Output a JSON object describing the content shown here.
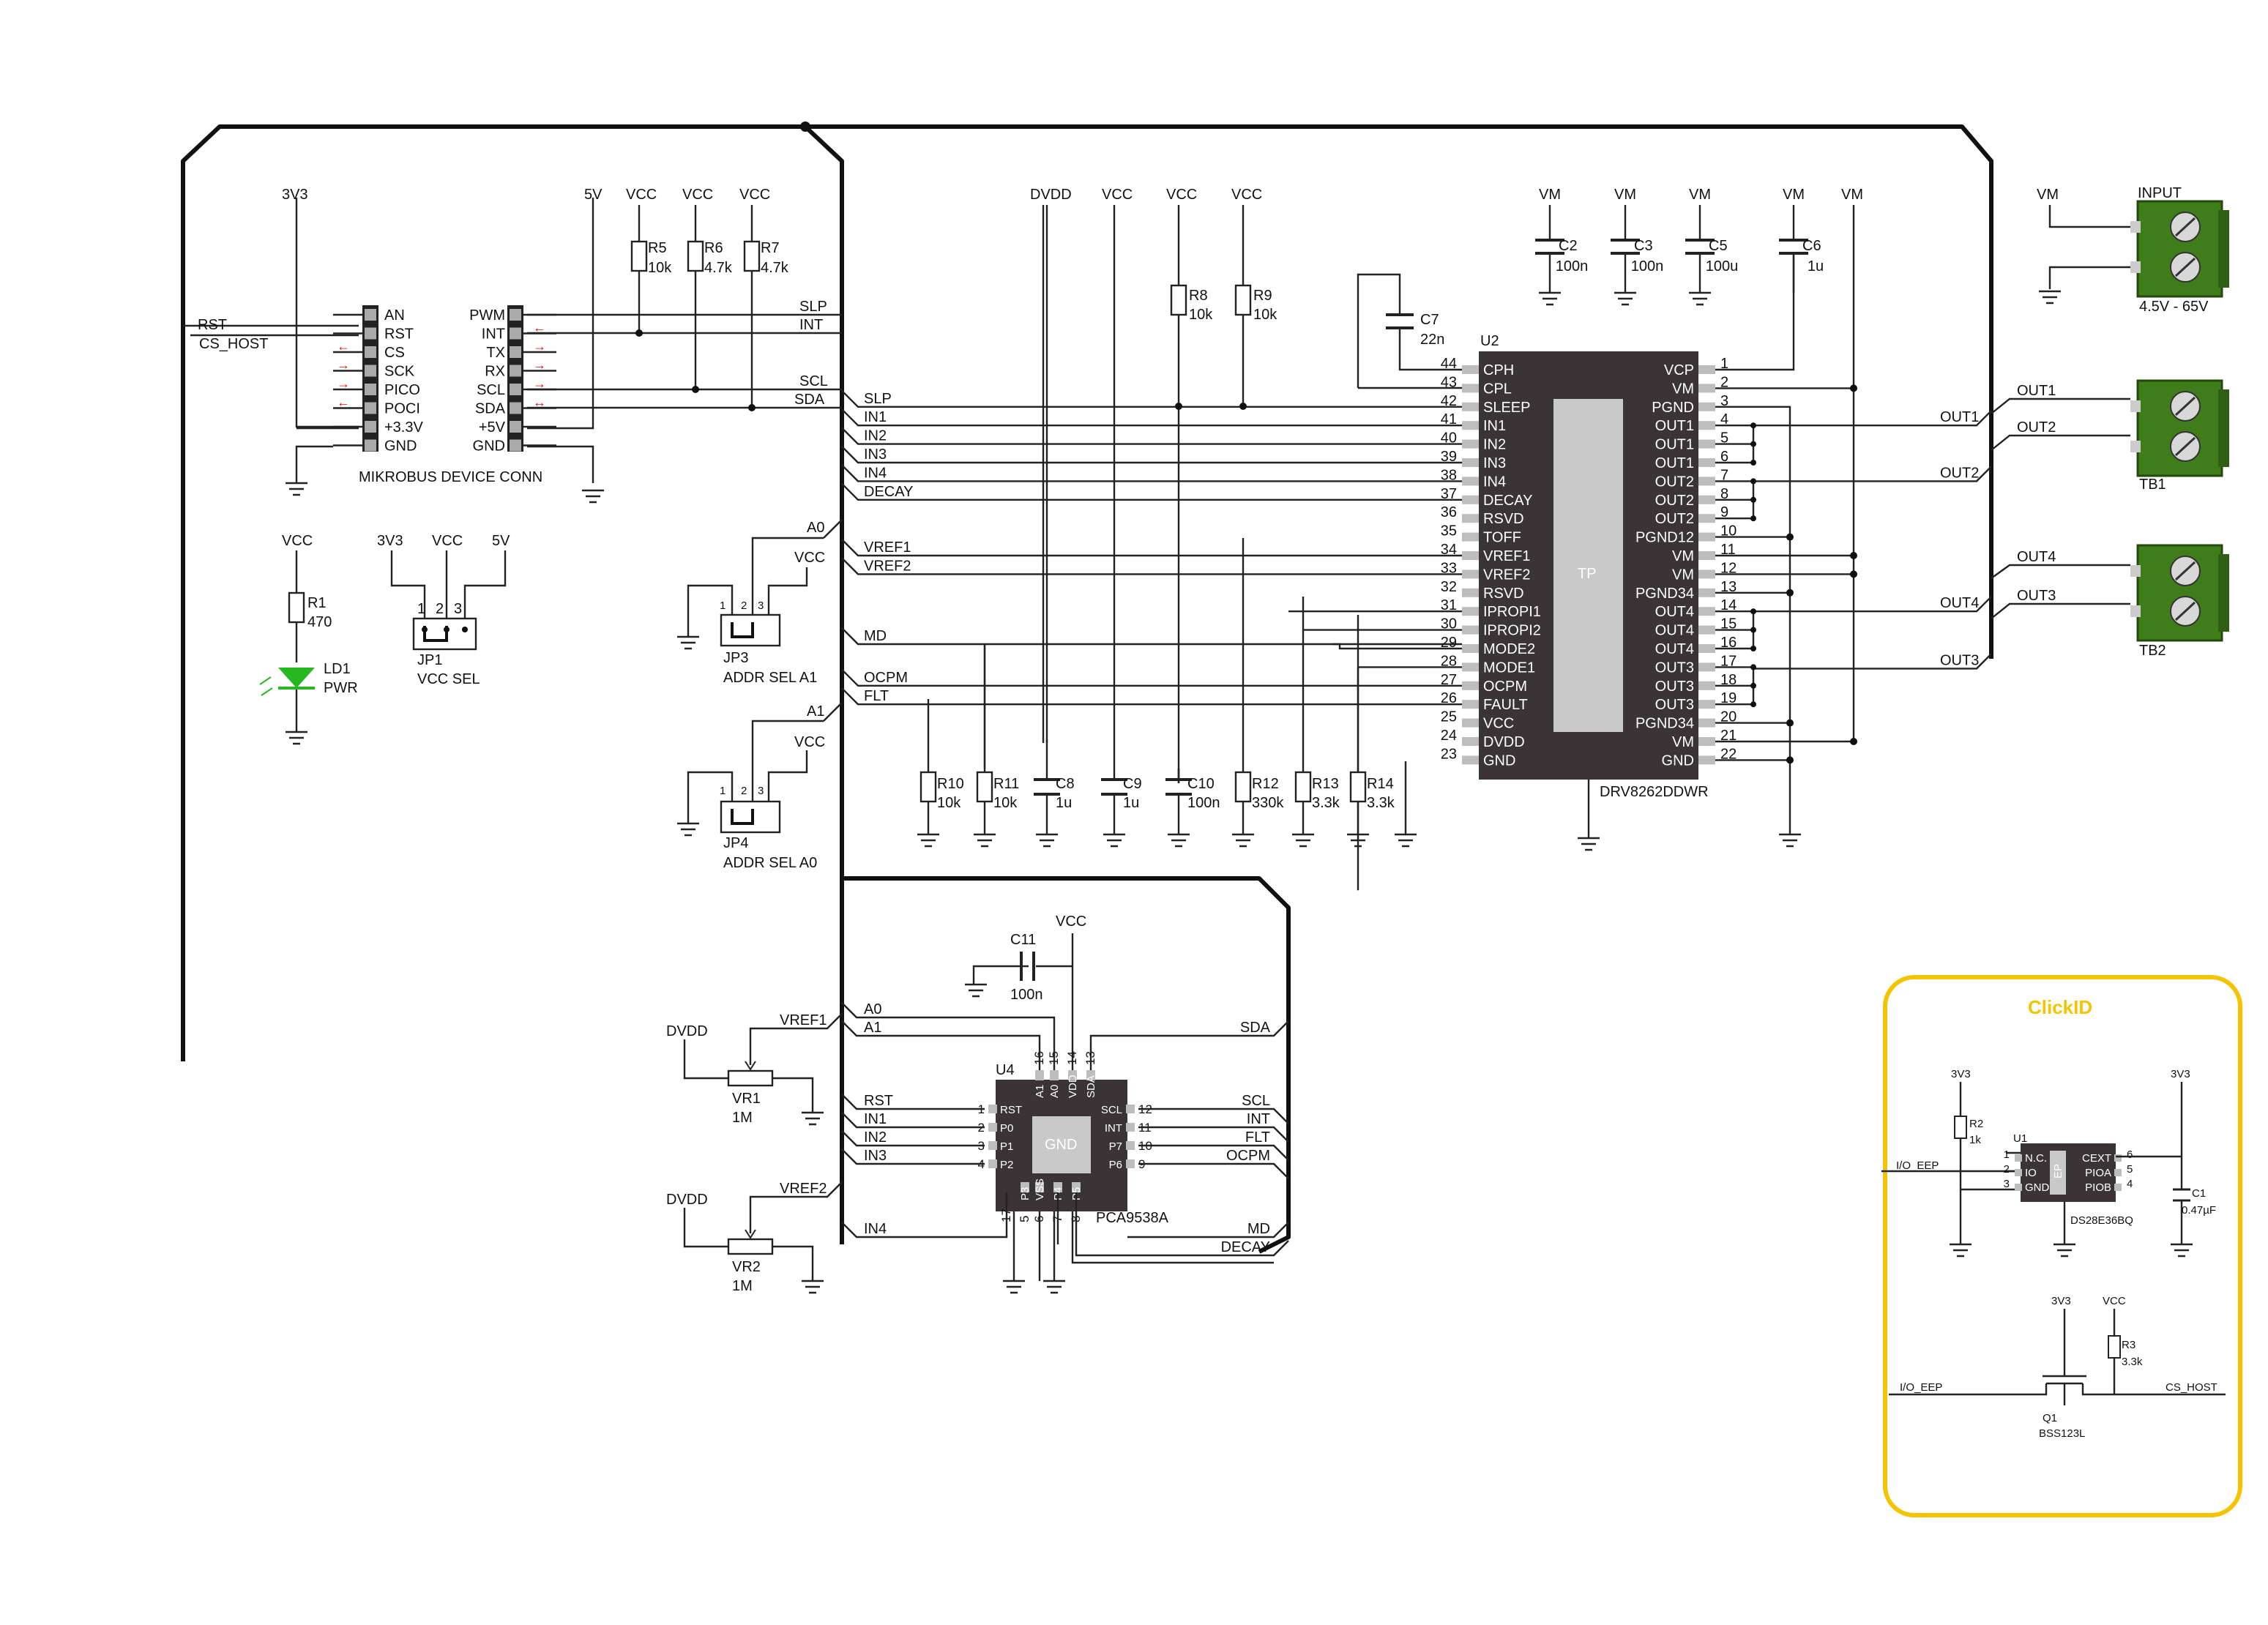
{
  "mikrobus": {
    "title": "MIKROBUS DEVICE CONN",
    "left_pins": [
      "AN",
      "RST",
      "CS",
      "SCK",
      "PICO",
      "POCI",
      "+3.3V",
      "GND"
    ],
    "right_pins": [
      "PWM",
      "INT",
      "TX",
      "RX",
      "SCL",
      "SDA",
      "+5V",
      "GND"
    ],
    "net_rst": "RST",
    "net_cs_host": "CS_HOST",
    "rail_3v3": "3V3",
    "rail_5v": "5V",
    "rail_vcc": "VCC",
    "net_slp": "SLP",
    "net_int": "INT",
    "net_scl": "SCL",
    "net_sda": "SDA"
  },
  "pullups": [
    {
      "ref": "R5",
      "value": "10k"
    },
    {
      "ref": "R6",
      "value": "4.7k"
    },
    {
      "ref": "R7",
      "value": "4.7k"
    }
  ],
  "led": {
    "ref_r": "R1",
    "value_r": "470",
    "ref": "LD1",
    "label": "PWR",
    "rail": "VCC"
  },
  "jp1": {
    "rails": [
      "3V3",
      "VCC",
      "5V"
    ],
    "pins": [
      "1",
      "2",
      "3"
    ],
    "ref": "JP1",
    "label": "VCC SEL"
  },
  "jp3": {
    "net": "A0",
    "rail": "VCC",
    "pins": [
      "1",
      "2",
      "3"
    ],
    "ref": "JP3",
    "label": "ADDR SEL A1"
  },
  "jp4": {
    "net": "A1",
    "rail": "VCC",
    "pins": [
      "1",
      "2",
      "3"
    ],
    "ref": "JP4",
    "label": "ADDR SEL A0"
  },
  "bus_nets": [
    "SLP",
    "IN1",
    "IN2",
    "IN3",
    "IN4",
    "DECAY",
    "VREF1",
    "VREF2",
    "MD",
    "OCPM",
    "FLT"
  ],
  "rails_top": [
    "DVDD",
    "VCC",
    "VCC",
    "VCC"
  ],
  "r8": {
    "ref": "R8",
    "value": "10k"
  },
  "r9": {
    "ref": "R9",
    "value": "10k"
  },
  "bottom_parts": [
    {
      "ref": "R10",
      "value": "10k"
    },
    {
      "ref": "R11",
      "value": "10k"
    },
    {
      "ref": "C8",
      "value": "1u"
    },
    {
      "ref": "C9",
      "value": "1u"
    },
    {
      "ref": "C10",
      "value": "100n"
    },
    {
      "ref": "R12",
      "value": "330k"
    },
    {
      "ref": "R13",
      "value": "3.3k"
    },
    {
      "ref": "R14",
      "value": "3.3k"
    }
  ],
  "caps_vm": [
    {
      "rail": "VM",
      "ref": "C2",
      "value": "100n"
    },
    {
      "rail": "VM",
      "ref": "C3",
      "value": "100n"
    },
    {
      "rail": "VM",
      "ref": "C5",
      "value": "100u"
    },
    {
      "rail": "VM",
      "ref": "C6",
      "value": "1u"
    }
  ],
  "rail_vm": "VM",
  "c7": {
    "ref": "C7",
    "value": "22n"
  },
  "u2": {
    "ref": "U2",
    "part": "DRV8262DDWR",
    "pad": "TP",
    "left_pins": [
      {
        "num": "44",
        "name": "CPH"
      },
      {
        "num": "43",
        "name": "CPL"
      },
      {
        "num": "42",
        "name": "SLEEP"
      },
      {
        "num": "41",
        "name": "IN1"
      },
      {
        "num": "40",
        "name": "IN2"
      },
      {
        "num": "39",
        "name": "IN3"
      },
      {
        "num": "38",
        "name": "IN4"
      },
      {
        "num": "37",
        "name": "DECAY"
      },
      {
        "num": "36",
        "name": "RSVD"
      },
      {
        "num": "35",
        "name": "TOFF"
      },
      {
        "num": "34",
        "name": "VREF1"
      },
      {
        "num": "33",
        "name": "VREF2"
      },
      {
        "num": "32",
        "name": "RSVD"
      },
      {
        "num": "31",
        "name": "IPROPI1"
      },
      {
        "num": "30",
        "name": "IPROPI2"
      },
      {
        "num": "29",
        "name": "MODE2"
      },
      {
        "num": "28",
        "name": "MODE1"
      },
      {
        "num": "27",
        "name": "OCPM"
      },
      {
        "num": "26",
        "name": "FAULT"
      },
      {
        "num": "25",
        "name": "VCC"
      },
      {
        "num": "24",
        "name": "DVDD"
      },
      {
        "num": "23",
        "name": "GND"
      }
    ],
    "right_pins": [
      {
        "num": "1",
        "name": "VCP"
      },
      {
        "num": "2",
        "name": "VM"
      },
      {
        "num": "3",
        "name": "PGND"
      },
      {
        "num": "4",
        "name": "OUT1"
      },
      {
        "num": "5",
        "name": "OUT1"
      },
      {
        "num": "6",
        "name": "OUT1"
      },
      {
        "num": "7",
        "name": "OUT2"
      },
      {
        "num": "8",
        "name": "OUT2"
      },
      {
        "num": "9",
        "name": "OUT2"
      },
      {
        "num": "10",
        "name": "PGND12"
      },
      {
        "num": "11",
        "name": "VM"
      },
      {
        "num": "12",
        "name": "VM"
      },
      {
        "num": "13",
        "name": "PGND34"
      },
      {
        "num": "14",
        "name": "OUT4"
      },
      {
        "num": "15",
        "name": "OUT4"
      },
      {
        "num": "16",
        "name": "OUT4"
      },
      {
        "num": "17",
        "name": "OUT3"
      },
      {
        "num": "18",
        "name": "OUT3"
      },
      {
        "num": "19",
        "name": "OUT3"
      },
      {
        "num": "20",
        "name": "PGND34"
      },
      {
        "num": "21",
        "name": "VM"
      },
      {
        "num": "22",
        "name": "GND"
      }
    ]
  },
  "outputs": {
    "out1": "OUT1",
    "out2": "OUT2",
    "out3": "OUT3",
    "out4": "OUT4"
  },
  "terminals": {
    "input_label": "INPUT",
    "input_rail": "VM",
    "input_range": "4.5V - 65V",
    "tb1": "TB1",
    "tb2": "TB2"
  },
  "c11": {
    "ref": "C11",
    "value": "100n",
    "rail": "VCC"
  },
  "pots": [
    {
      "ref": "VR1",
      "value": "1M",
      "rail": "DVDD",
      "net": "VREF1"
    },
    {
      "ref": "VR2",
      "value": "1M",
      "rail": "DVDD",
      "net": "VREF2"
    }
  ],
  "u4": {
    "ref": "U4",
    "part": "PCA9538A",
    "pad": "GND",
    "top_pins": [
      {
        "num": "16",
        "name": "A1"
      },
      {
        "num": "15",
        "name": "A0"
      },
      {
        "num": "14",
        "name": "VDD"
      },
      {
        "num": "13",
        "name": "SDA"
      }
    ],
    "left_pins": [
      {
        "num": "1",
        "name": "RST"
      },
      {
        "num": "2",
        "name": "P0"
      },
      {
        "num": "3",
        "name": "P1"
      },
      {
        "num": "4",
        "name": "P2"
      }
    ],
    "right_pins": [
      {
        "num": "12",
        "name": "SCL"
      },
      {
        "num": "11",
        "name": "INT"
      },
      {
        "num": "10",
        "name": "P7"
      },
      {
        "num": "9",
        "name": "P6"
      }
    ],
    "bottom_pins": [
      {
        "num": "17",
        "name": ""
      },
      {
        "num": "5",
        "name": "P3"
      },
      {
        "num": "6",
        "name": "VSS"
      },
      {
        "num": "7",
        "name": "P4"
      },
      {
        "num": "8",
        "name": "P5"
      }
    ],
    "nets_left": [
      "A0",
      "A1",
      "RST",
      "IN1",
      "IN2",
      "IN3",
      "IN4"
    ],
    "nets_right": [
      "SDA",
      "SCL",
      "INT",
      "FLT",
      "OCPM",
      "MD",
      "DECAY"
    ]
  },
  "clickid": {
    "title": "ClickID",
    "r2": {
      "ref": "R2",
      "value": "1k"
    },
    "rail": "3V3",
    "u1": {
      "ref": "U1",
      "part": "DS28E36BQ",
      "pad": "EP",
      "left_pins": [
        {
          "num": "1",
          "name": "N.C."
        },
        {
          "num": "2",
          "name": "IO"
        },
        {
          "num": "3",
          "name": "GND"
        }
      ],
      "right_pins": [
        {
          "num": "6",
          "name": "CEXT"
        },
        {
          "num": "5",
          "name": "PIOA"
        },
        {
          "num": "4",
          "name": "PIOB"
        }
      ]
    },
    "c1": {
      "ref": "C1",
      "value": "0.47µF"
    },
    "net_io": "I/O_EEP",
    "q1": {
      "ref": "Q1",
      "part": "BSS123L"
    },
    "r3": {
      "ref": "R3",
      "value": "3.3k"
    },
    "vcc": "VCC",
    "net_cs": "CS_HOST"
  }
}
